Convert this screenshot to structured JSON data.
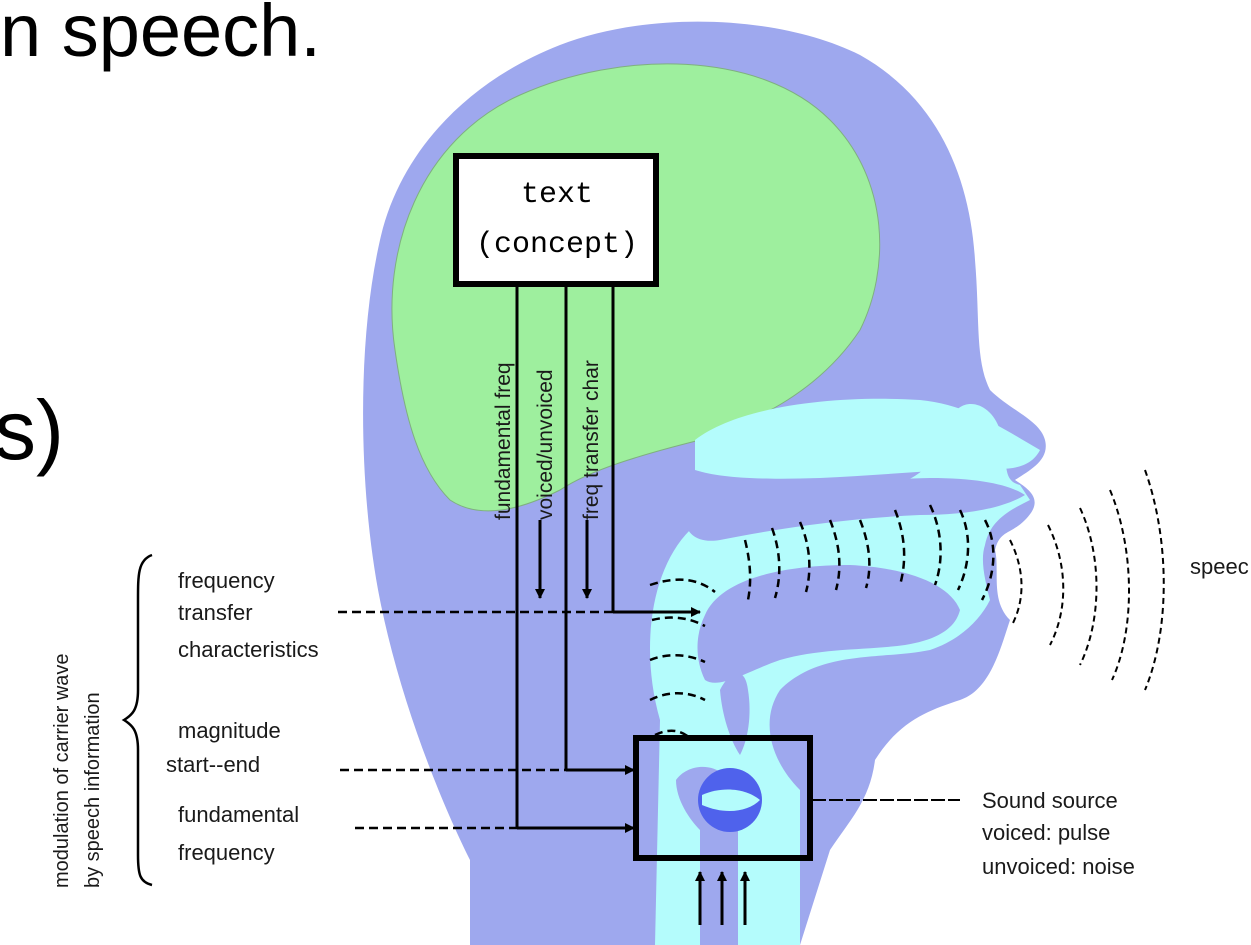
{
  "slide": {
    "title_fragment": "n speech.",
    "paren_fragment": "s)"
  },
  "diagram": {
    "concept_box": {
      "line1": "text",
      "line2": "(concept)"
    },
    "vertical_labels": [
      "fundamental freq",
      "voiced/unvoiced",
      "freq transfer char"
    ],
    "side_label": {
      "line1": "modulation of carrier wave",
      "line2": "by speech information"
    },
    "left_labels": {
      "transfer": [
        "frequency",
        "transfer",
        "characteristics"
      ],
      "magnitude": [
        "magnitude",
        "start--end"
      ],
      "fundamental": [
        "fundamental",
        "frequency"
      ]
    },
    "sound_source": [
      "Sound source",
      "voiced: pulse",
      "unvoiced: noise"
    ],
    "output_label": "speec",
    "colors": {
      "head": "#9ea8ee",
      "brain": "#9eef9e",
      "tract": "#b4fcfc",
      "larynx": "#4f62ec",
      "lines": "#000000"
    }
  }
}
